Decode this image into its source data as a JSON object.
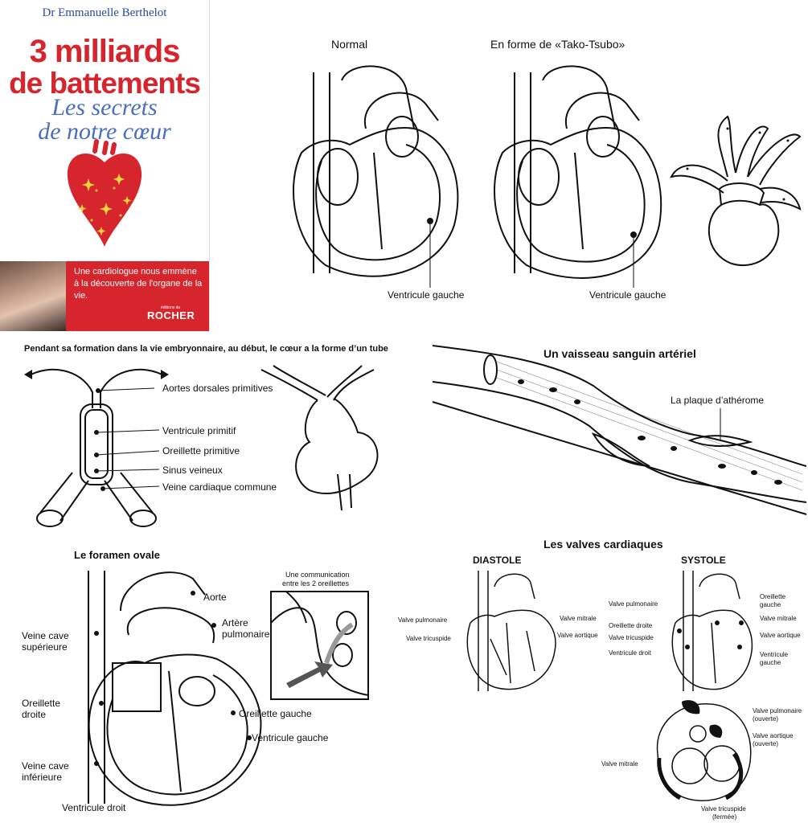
{
  "cover": {
    "author": "Dr Emmanuelle Berthelot",
    "title_line1": "3 milliards",
    "title_line2": "de battements",
    "subtitle_line1": "Les secrets",
    "subtitle_line2": "de notre cœur",
    "tagline": "Une cardiologue nous emmène à la découverte de l'organe de la vie.",
    "publisher_small": "éditions du",
    "publisher": "ROCHER",
    "colors": {
      "red": "#d7252d",
      "blue": "#4a6fc0",
      "gold": "#f4d23c"
    }
  },
  "takotsubo": {
    "label_normal": "Normal",
    "label_tako": "En forme de «Tako-Tsubo»",
    "label_lv_1": "Ventricule gauche",
    "label_lv_2": "Ventricule gauche"
  },
  "embryo": {
    "title": "Pendant sa formation dans la vie embryonnaire, au début, le cœur a la forme d’un tube",
    "labels": [
      "Aortes dorsales primitives",
      "Ventricule primitif",
      "Oreillette primitive",
      "Sinus veineux",
      "Veine cardiaque commune"
    ]
  },
  "vessel": {
    "title": "Un vaisseau sanguin artériel",
    "plaque_label": "La plaque d’athérome"
  },
  "foramen": {
    "title": "Le foramen ovale",
    "inset_caption_1": "Une communication",
    "inset_caption_2": "entre les 2 oreillettes",
    "aorte": "Aorte",
    "artere_1": "Artère",
    "artere_2": "pulmonaire",
    "vcs_1": "Veine cave",
    "vcs_2": "supérieure",
    "od_1": "Oreillette",
    "od_2": "droite",
    "og": "Oreillette gauche",
    "vg": "Ventricule gauche",
    "vci_1": "Veine cave",
    "vci_2": "inférieure",
    "vd": "Ventricule droit"
  },
  "valves": {
    "title": "Les valves cardiaques",
    "diastole": "DIASTOLE",
    "systole": "SYSTOLE",
    "d_pulm": "Valve pulmonaire",
    "d_tric": "Valve tricuspide",
    "d_mitr": "Valve mitrale",
    "d_aort": "Valve aortique",
    "s_pulm": "Valve pulmonaire",
    "s_od": "Oreillette droite",
    "s_tric": "Valve tricuspide",
    "s_vd": "Ventricule droit",
    "s_og_1": "Oreillette",
    "s_og_2": "gauche",
    "s_mitr": "Valve mitrale",
    "s_aort": "Valve aortique",
    "s_vg_1": "Ventricule",
    "s_vg_2": "gauche",
    "x_pulm_1": "Valve pulmonaire",
    "x_pulm_2": "(ouverte)",
    "x_aort_1": "Valve aortique",
    "x_aort_2": "(ouverte)",
    "x_mitr": "Valve mitrale",
    "x_tric_1": "Valve tricuspide",
    "x_tric_2": "(fermée)"
  }
}
